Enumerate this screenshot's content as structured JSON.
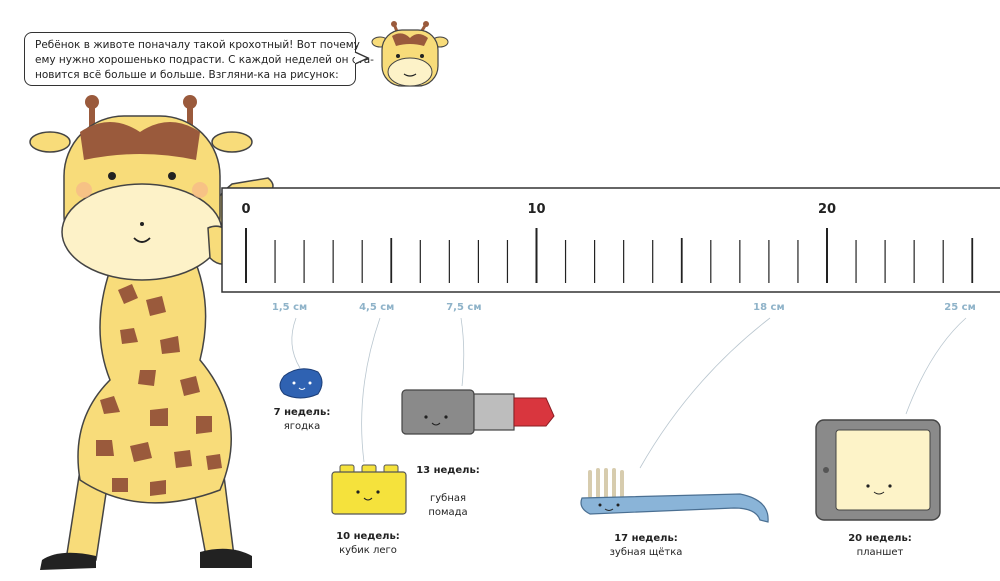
{
  "speech": {
    "lines": [
      "Ребёнок в животе поначалу такой крохотный! Вот почему",
      "ему нужно хорошенько подрасти. С каждой неделей он ста-",
      "новится всё больше и больше. Взгляни-ка на рисунок:"
    ]
  },
  "ruler": {
    "min": 0,
    "max": 26,
    "major_labels": [
      "0",
      "10",
      "20"
    ]
  },
  "markers": [
    {
      "label": "1,5 см",
      "value": 1.5
    },
    {
      "label": "4,5 см",
      "value": 4.5
    },
    {
      "label": "7,5 см",
      "value": 7.5
    },
    {
      "label": "18 см",
      "value": 18
    },
    {
      "label": "25 см",
      "value": 25
    }
  ],
  "items": [
    {
      "weeks": "7 недель:",
      "name": "ягодка"
    },
    {
      "weeks": "10 недель:",
      "name": "кубик лего"
    },
    {
      "weeks": "13 недель:",
      "name": "губная\nпомада"
    },
    {
      "weeks": "17 недель:",
      "name": "зубная щётка"
    },
    {
      "weeks": "20 недель:",
      "name": "планшет"
    }
  ],
  "colors": {
    "giraffe": "#f8dc7a",
    "spots": "#9a5a3c",
    "berry": "#2f62b2",
    "lego": "#f5e23c",
    "lipstick_red": "#d9363e",
    "toothbrush": "#8ab4d8",
    "marker_label": "#8fb3c9"
  }
}
